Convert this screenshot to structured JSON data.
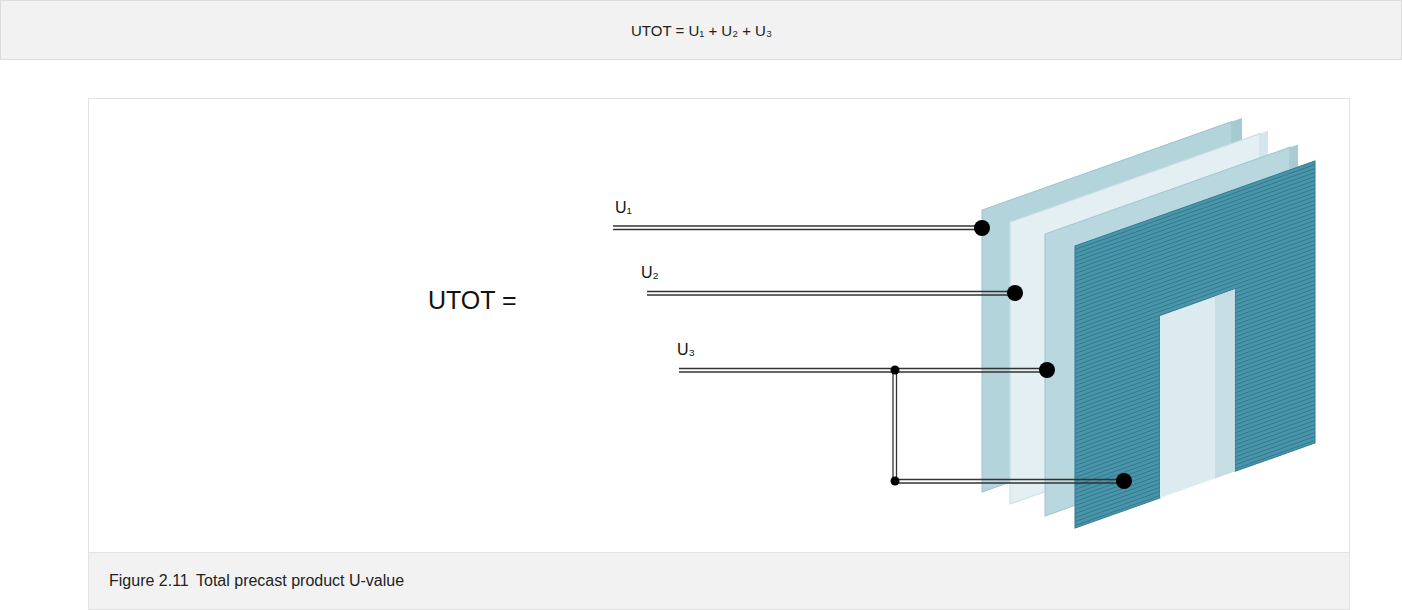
{
  "diagram": {
    "nodes": [
      {
        "text": [
          "UTOT = U₁ + U₂ + U₃"
        ]
      },
      {
        "text": [
          "Figure 2.11",
          "Total precast product U-value"
        ]
      }
    ],
    "labels": [
      "UTOT =",
      "U₁",
      "U₂",
      "U₃"
    ]
  }
}
